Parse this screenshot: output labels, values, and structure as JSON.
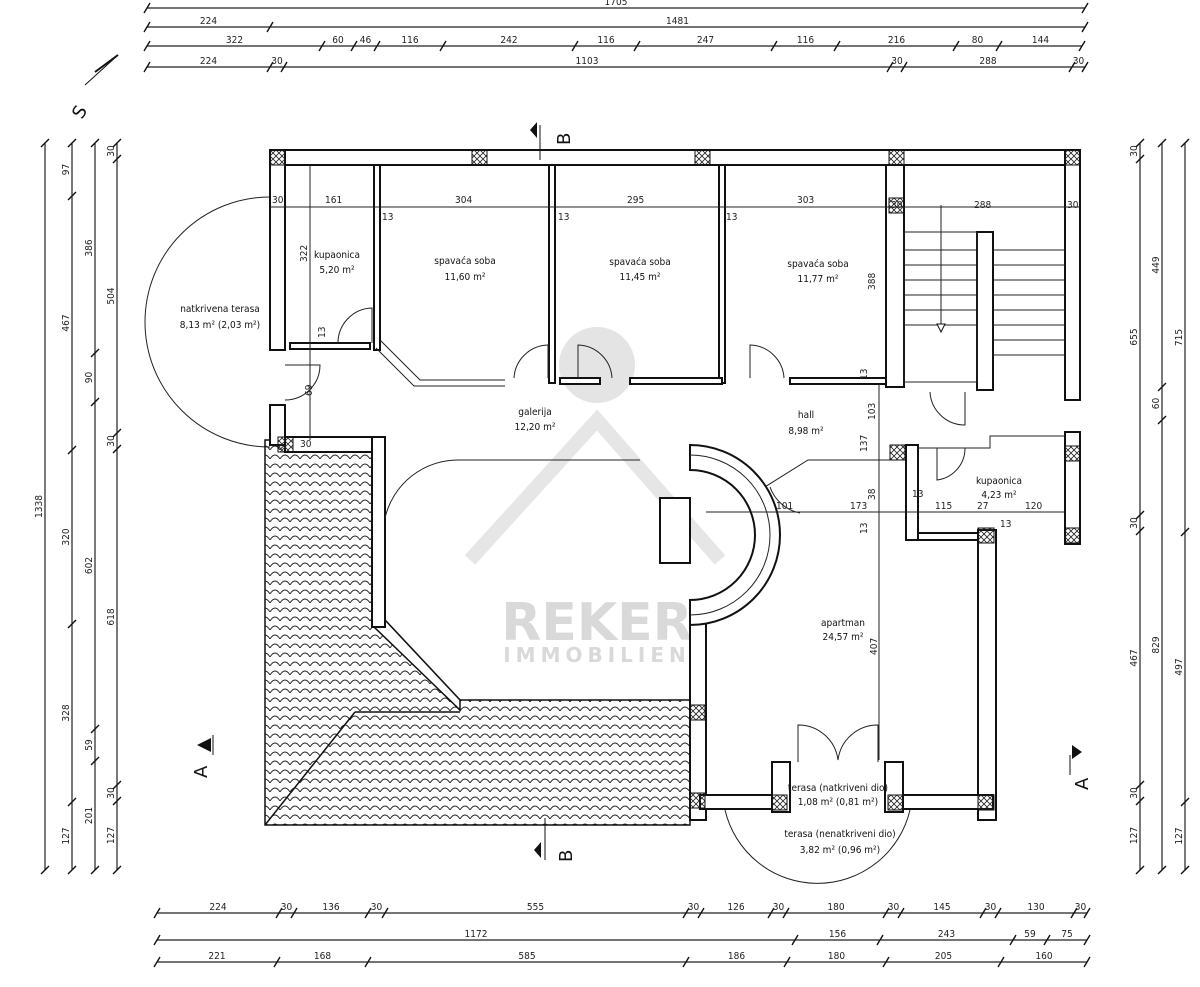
{
  "dimensions": {
    "top": [
      [
        "1705"
      ],
      [
        "224",
        "1481"
      ],
      [
        "322",
        "60",
        "46",
        "116",
        "242",
        "116",
        "247",
        "116",
        "216",
        "80",
        "144"
      ],
      [
        "224",
        "30",
        "1103",
        "30",
        "288",
        "30"
      ]
    ],
    "bottom": [
      [
        "224",
        "30",
        "136",
        "30",
        "555",
        "30",
        "126",
        "30",
        "180",
        "30",
        "145",
        "30",
        "130",
        "30"
      ],
      [
        "1172",
        "156",
        "243",
        "59",
        "75"
      ],
      [
        "221",
        "168",
        "585",
        "186",
        "180",
        "205",
        "160"
      ]
    ],
    "left": [
      [
        "1338"
      ],
      [
        "97",
        "467",
        "320",
        "328",
        "127"
      ],
      [
        "386",
        "90",
        "602",
        "59",
        "201"
      ],
      [
        "30",
        "504",
        "30",
        "618",
        "30",
        "127"
      ]
    ],
    "right": [
      [
        "30",
        "655",
        "30",
        "467",
        "30",
        "127"
      ],
      [
        "449",
        "60",
        "829"
      ],
      [
        "715",
        "497",
        "127"
      ]
    ],
    "inner": {
      "w30a": "30",
      "d161": "161",
      "d304": "304",
      "d295": "295",
      "d303": "303",
      "d288": "288",
      "w30b": "30",
      "w30c": "30",
      "d322": "322",
      "d388": "388",
      "d13a": "13",
      "d13b": "13",
      "d13c": "13",
      "d13d": "13",
      "d13e": "13",
      "d69": "69",
      "d103": "103",
      "d137": "137",
      "d38": "38",
      "d13f": "13",
      "d407": "407",
      "d101": "101",
      "d173": "173",
      "d115": "115",
      "d27": "27",
      "d120": "120",
      "d13g": "13",
      "d13h": "13",
      "w30d": "30"
    }
  },
  "rooms": [
    {
      "name": "natkrivena terasa",
      "area": "8,13 m² (2,03 m²)"
    },
    {
      "name": "kupaonica",
      "area": "5,20 m²"
    },
    {
      "name": "spavaća soba",
      "area": "11,60 m²"
    },
    {
      "name": "spavaća soba",
      "area": "11,45 m²"
    },
    {
      "name": "spavaća soba",
      "area": "11,77 m²"
    },
    {
      "name": "galerija",
      "area": "12,20 m²"
    },
    {
      "name": "hall",
      "area": "8,98 m²"
    },
    {
      "name": "kupaonica",
      "area": "4,23 m²"
    },
    {
      "name": "apartman",
      "area": "24,57 m²"
    },
    {
      "name": "terasa (natkriveni dio)",
      "area": "1,08 m² (0,81 m²)"
    },
    {
      "name": "terasa (nenatkriveni dio)",
      "area": "3,82 m² (0,96 m²)"
    }
  ],
  "sections": {
    "a_left": "A",
    "a_right": "A",
    "b_top": "B",
    "b_bottom": "B",
    "north": "S"
  },
  "watermark": {
    "brand": "REKER",
    "sub": "IMMOBILIEN"
  }
}
